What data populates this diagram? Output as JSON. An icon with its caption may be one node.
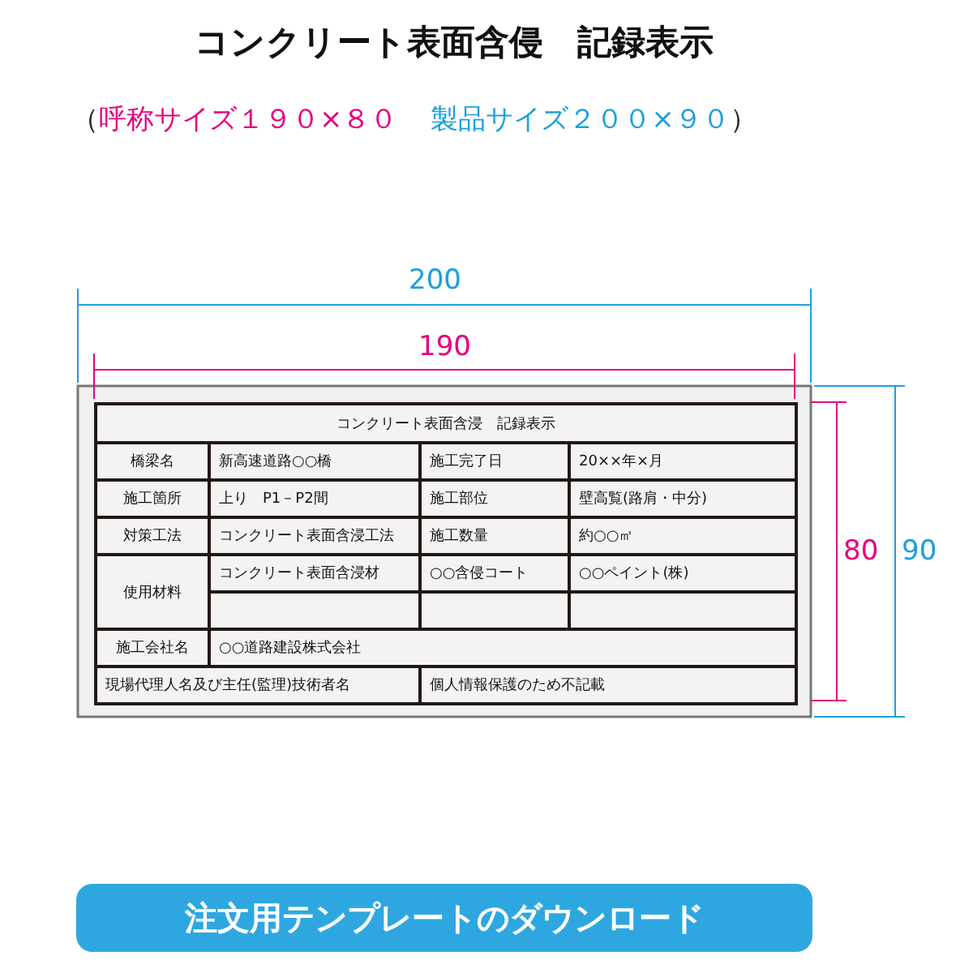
{
  "diagram": {
    "title": "コンクリート表面含侵　記録表示",
    "labels": [
      "（",
      "呼称サイズ１９０×８０",
      "製品サイズ２００×９０",
      "）",
      "200",
      "190",
      "80",
      "90",
      "コンクリート表面含浸　記録表示",
      "橋梁名",
      "新高速道路○○橋",
      "施工完了日",
      "20××年×月",
      "施工箇所",
      "上り　P1－P2間",
      "施工部位",
      "壁高覧(路肩・中分)",
      "対策工法",
      "コンクリート表面含浸工法",
      "施工数量",
      "約○○㎡",
      "使用材料",
      "コンクリート表面含浸材",
      "○○含侵コート",
      "○○ペイント(株)",
      "施工会社名",
      "○○道路建設株式会社",
      "現場代理人名及び主任(監理)技術者名",
      "個人情報保護のため不記載",
      "注文用テンプレートのダウンロード"
    ]
  }
}
